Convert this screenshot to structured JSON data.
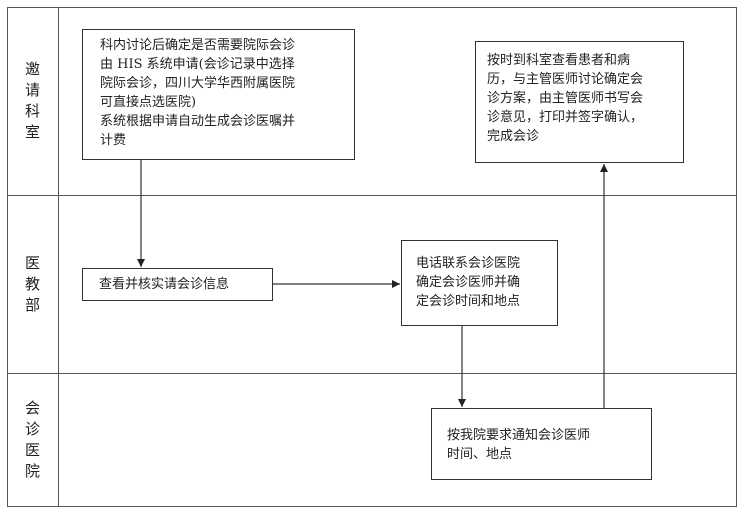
{
  "lanes": [
    {
      "label": "邀请科室"
    },
    {
      "label": "医教部"
    },
    {
      "label": "会诊医院"
    }
  ],
  "boxes": {
    "apply": {
      "line1": "科内讨论后确定是否需要院际会诊\n由 HIS 系统申请(会诊记录中选择\n院际会诊，四川大学华西附属医院\n可直接点选医院)",
      "line2": "系统根据申请自动生成会诊医嘱并\n计费"
    },
    "complete": {
      "text": "按时到科室查看患者和病\n历，与主管医师讨论确定会\n诊方案，由主管医师书写会\n诊意见，打印并签字确认，\n完成会诊"
    },
    "verify": {
      "text": "查看并核实请会诊信息"
    },
    "contact": {
      "text": "电话联系会诊医院\n确定会诊医师并确\n定会诊时间和地点"
    },
    "notify": {
      "text": "按我院要求通知会诊医师\n时间、地点"
    }
  },
  "colors": {
    "line": "#333333",
    "border": "#555555"
  }
}
